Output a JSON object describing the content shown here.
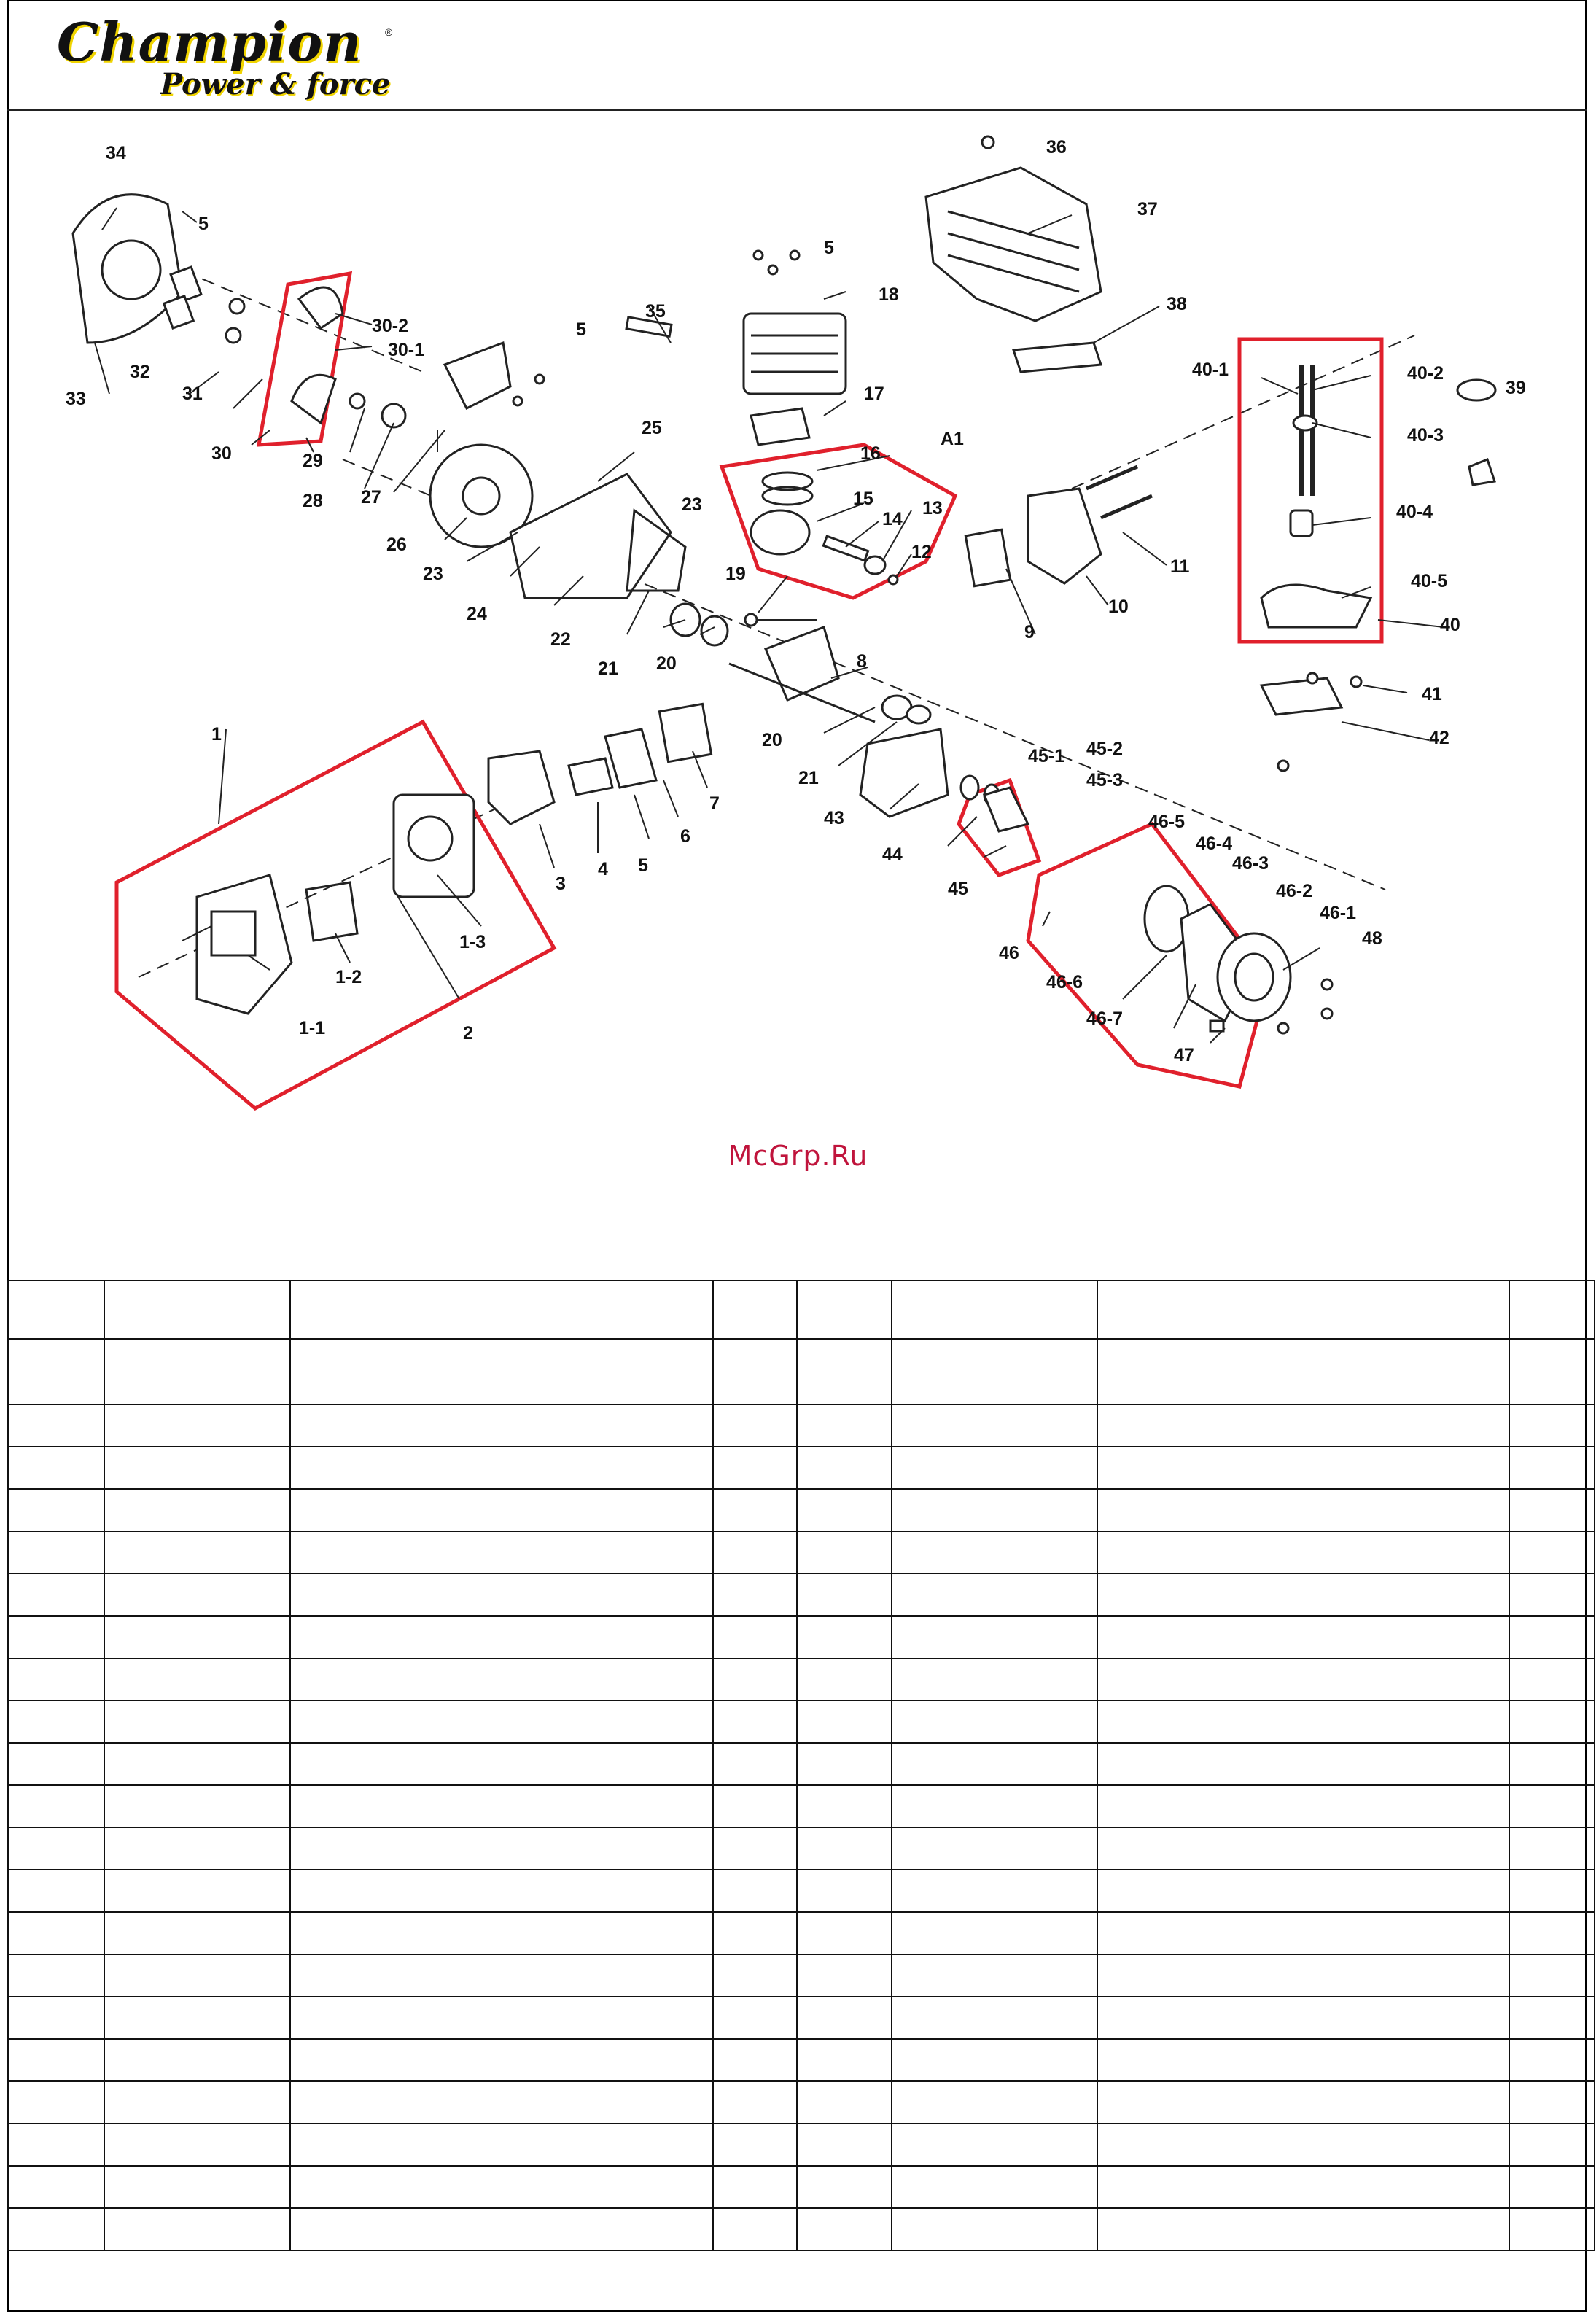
{
  "brand": {
    "name": "Champion",
    "registered_mark": "®",
    "slogan": "Power & force"
  },
  "watermark": "McGrp.Ru",
  "diagram": {
    "callouts": [
      "1",
      "1-1",
      "1-2",
      "1-3",
      "2",
      "3",
      "4",
      "5",
      "6",
      "7",
      "8",
      "9",
      "10",
      "11",
      "12",
      "13",
      "14",
      "15",
      "16",
      "17",
      "18",
      "19",
      "20",
      "21",
      "22",
      "23",
      "24",
      "25",
      "26",
      "27",
      "28",
      "29",
      "30",
      "30-1",
      "30-2",
      "31",
      "32",
      "33",
      "34",
      "35",
      "36",
      "37",
      "38",
      "39",
      "40",
      "40-1",
      "40-2",
      "40-3",
      "40-4",
      "40-5",
      "41",
      "42",
      "43",
      "44",
      "45",
      "45-1",
      "45-2",
      "45-3",
      "46",
      "46-1",
      "46-2",
      "46-3",
      "46-4",
      "46-5",
      "46-6",
      "46-7",
      "47",
      "48",
      "A1"
    ],
    "highlight_color": "#e0202c"
  },
  "table": {
    "columns": 8,
    "rows": 22
  }
}
